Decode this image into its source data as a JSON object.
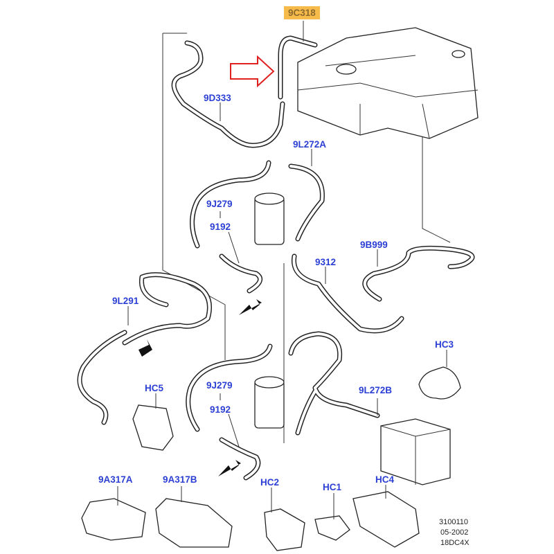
{
  "highlighted_part": "9C318",
  "colors": {
    "label": "#2b3fd4",
    "highlight": "#f7bb4c",
    "arrow": "#e02020"
  },
  "labels": {
    "l9D333": "9D333",
    "l9L272A": "9L272A",
    "l9J279a": "9J279",
    "l9192a": "9192",
    "l9B999": "9B999",
    "l9312": "9312",
    "l9L291": "9L291",
    "lHC3": "HC3",
    "lHC5": "HC5",
    "l9J279b": "9J279",
    "l9192b": "9192",
    "l9L272B": "9L272B",
    "l9A317A": "9A317A",
    "l9A317B": "9A317B",
    "lHC2": "HC2",
    "lHC1": "HC1",
    "lHC4": "HC4"
  },
  "footer": {
    "line1": "3100110",
    "line2": "05-2002",
    "line3": "18DC4X"
  }
}
